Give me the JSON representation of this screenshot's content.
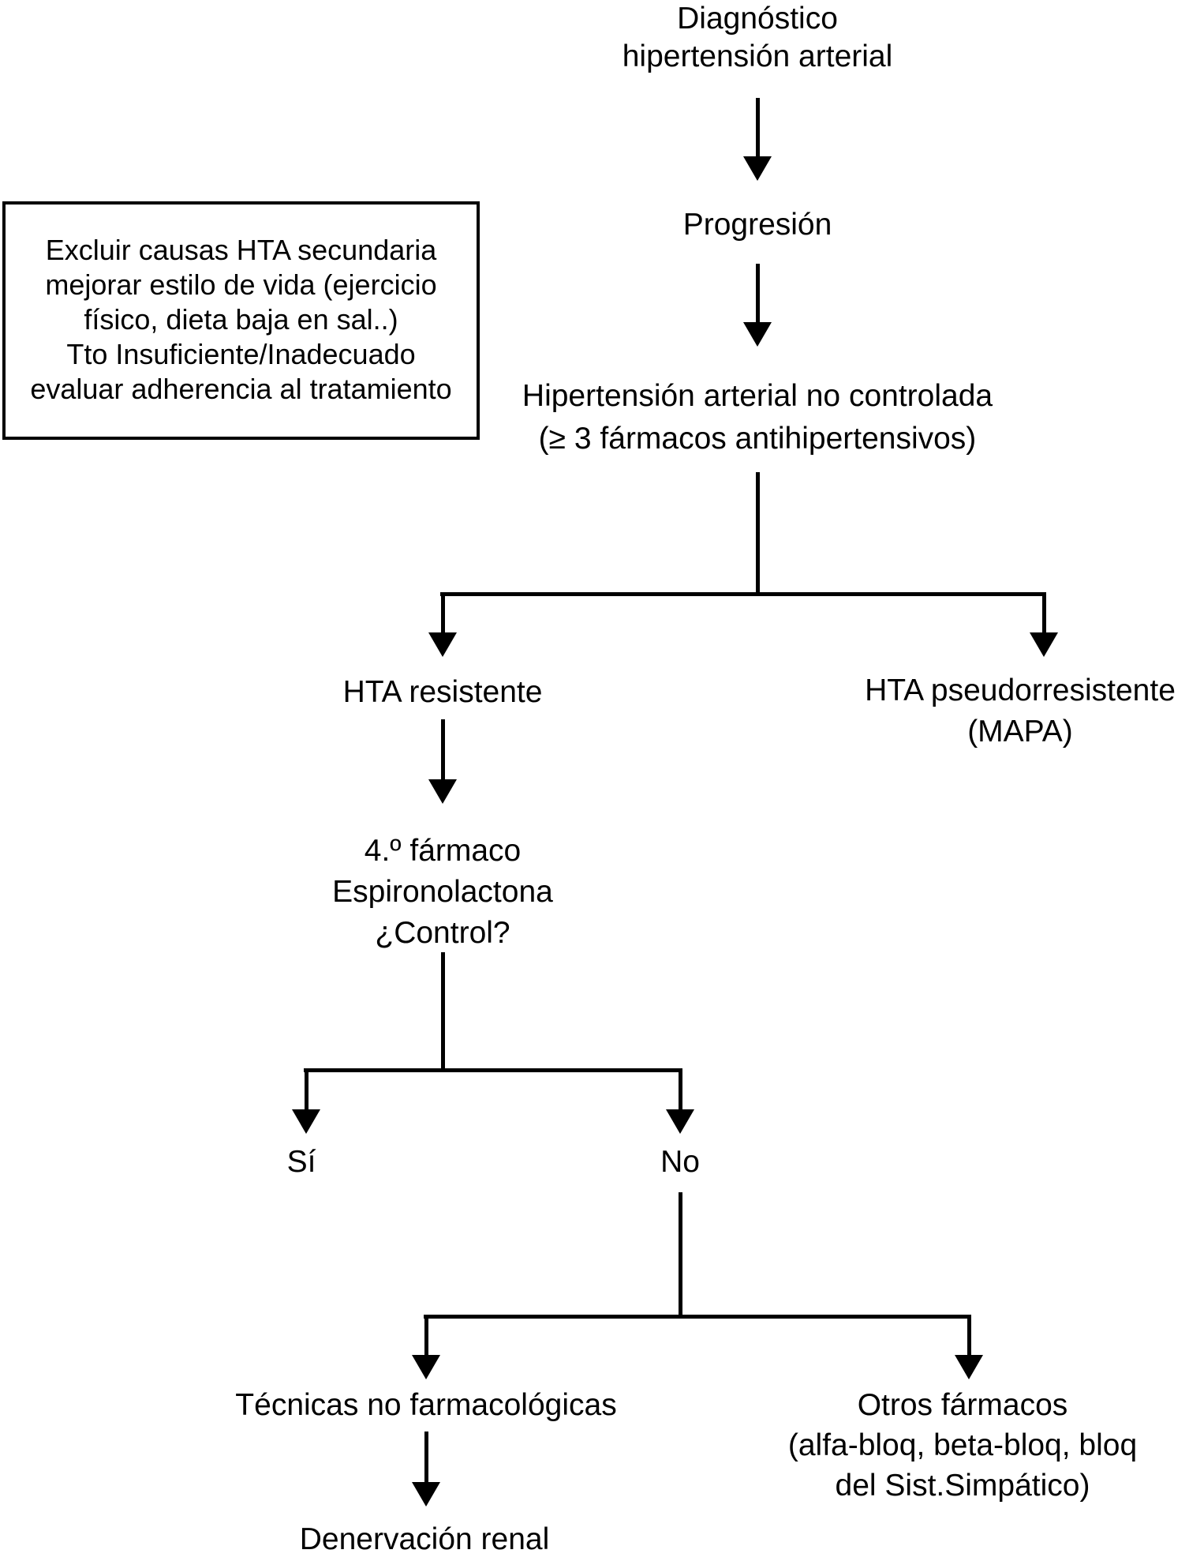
{
  "figure": {
    "type": "flowchart",
    "background_color": "#ffffff",
    "line_color": "#000000",
    "text_color": "#000000"
  },
  "nodes": {
    "diagnosis": {
      "line1": "Diagnóstico",
      "line2": "hipertensión arterial"
    },
    "progression": {
      "label": "Progresión"
    },
    "exclusion_note": {
      "line1": "Excluir causas HTA secundaria",
      "line2": "mejorar estilo de vida (ejercicio",
      "line3": "físico, dieta baja en sal..)",
      "line4": "Tto Insuficiente/Inadecuado",
      "line5": "evaluar adherencia al tratamiento"
    },
    "uncontrolled_htn": {
      "line1": "Hipertensión arterial no controlada",
      "line2": "(≥ 3 fármacos antihipertensivos)"
    },
    "resistant_htn": {
      "label": "HTA resistente"
    },
    "pseudoresistant_htn": {
      "line1": "HTA pseudorresistente",
      "line2": "(MAPA)"
    },
    "fourth_drug": {
      "line1": "4.º fármaco",
      "line2": "Espironolactona",
      "line3": "¿Control?"
    },
    "control_yes": {
      "label": "Sí"
    },
    "control_no": {
      "label": "No"
    },
    "non_pharma": {
      "label": "Técnicas no farmacológicas"
    },
    "other_drugs": {
      "line1": "Otros fármacos",
      "line2": "(alfa-bloq, beta-bloq, bloq",
      "line3": "del Sist.Simpático)"
    },
    "renal_denervation": {
      "label": "Denervación renal"
    }
  }
}
